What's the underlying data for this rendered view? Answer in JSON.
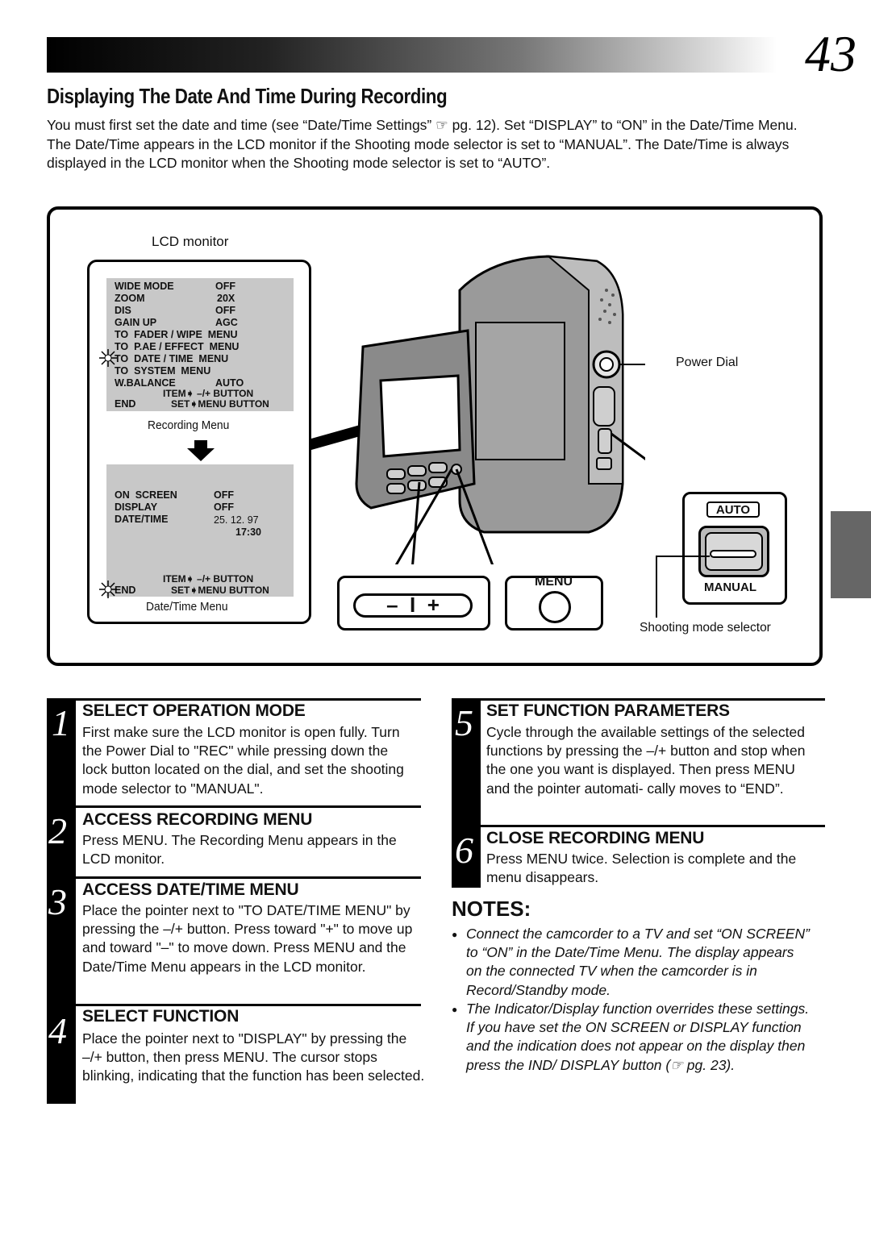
{
  "page_number": "43",
  "title": "Displaying The Date And Time During Recording",
  "intro": "You must first set the date and time (see “Date/Time Settings” ☞ pg. 12). Set “DISPLAY” to “ON” in the Date/Time Menu. The Date/Time appears in the LCD monitor if the Shooting mode selector is set to “MANUAL”. The Date/Time is always displayed in the LCD monitor when the Shooting mode selector is set to “AUTO”.",
  "figure": {
    "lcd_monitor_label": "LCD monitor",
    "recording_menu": {
      "rows": [
        {
          "item": "WIDE MODE",
          "value": "OFF"
        },
        {
          "item": "ZOOM",
          "value": "20X"
        },
        {
          "item": "DIS",
          "value": "OFF"
        },
        {
          "item": "GAIN UP",
          "value": "AGC"
        },
        {
          "item": "TO  FADER / WIPE  MENU",
          "value": ""
        },
        {
          "item": "TO  P.AE / EFFECT  MENU",
          "value": ""
        },
        {
          "item": "TO  DATE / TIME  MENU",
          "value": ""
        },
        {
          "item": "TO  SYSTEM  MENU",
          "value": ""
        },
        {
          "item": "W.BALANCE",
          "value": "AUTO"
        }
      ],
      "item_hint": "ITEM➧ –/+ BUTTON",
      "end_label": "END",
      "set_hint": "SET➧MENU BUTTON",
      "caption": "Recording Menu"
    },
    "datetime_menu": {
      "rows": [
        {
          "item": "ON  SCREEN",
          "value": "OFF"
        },
        {
          "item": "DISPLAY",
          "value": "OFF"
        },
        {
          "item": "DATE/TIME",
          "value": "25. 12. 97"
        }
      ],
      "time": "17:30",
      "item_hint": "ITEM➧ –/+ BUTTON",
      "end_label": "END",
      "set_hint": "SET➧MENU BUTTON",
      "caption": "Date/Time Menu"
    },
    "power_dial_label": "Power Dial",
    "menu_button_label": "MENU",
    "minus_plus_label": "–  I  +",
    "auto_label": "AUTO",
    "manual_label": "MANUAL",
    "shooting_mode_selector_label": "Shooting mode selector"
  },
  "steps": [
    {
      "num": "1",
      "heading": "SELECT OPERATION MODE",
      "text": "First make sure the LCD monitor is open fully. Turn the Power Dial to \"REC\" while pressing down the lock button located on the dial, and set the shooting mode selector to \"MANUAL\"."
    },
    {
      "num": "2",
      "heading": "ACCESS RECORDING MENU",
      "text": "Press MENU. The Recording Menu appears in the LCD monitor."
    },
    {
      "num": "3",
      "heading": "ACCESS DATE/TIME MENU",
      "text": "Place the pointer next to \"TO DATE/TIME MENU\" by pressing the –/+ button. Press toward \"+\" to move up and toward \"–\" to move down. Press MENU and the Date/Time Menu appears in the LCD monitor."
    },
    {
      "num": "4",
      "heading": "SELECT FUNCTION",
      "text": "Place the pointer next to \"DISPLAY\" by pressing the –/+ button, then press MENU. The cursor stops blinking, indicating that the function has been selected."
    },
    {
      "num": "5",
      "heading": "SET FUNCTION PARAMETERS",
      "text": "Cycle through the available settings of the selected functions by pressing the –/+ button and stop when the one you want is displayed. Then press MENU and the pointer automati- cally moves to “END”."
    },
    {
      "num": "6",
      "heading": "CLOSE RECORDING MENU",
      "text": "Press MENU twice. Selection is complete and the menu disappears."
    }
  ],
  "notes": {
    "heading": "NOTES:",
    "items": [
      "Connect the camcorder to a TV and set “ON SCREEN” to “ON” in the Date/Time Menu. The display appears on the connected TV when the camcorder is in Record/Standby mode.",
      "The Indicator/Display function overrides these settings. If you have set the ON SCREEN or DISPLAY function and the indication does not appear on the display then press the IND/ DISPLAY button (☞ pg. 23)."
    ]
  },
  "colors": {
    "header_gradient_start": "#000000",
    "screen_gray": "#c8c8c8",
    "side_tab": "#666666"
  }
}
